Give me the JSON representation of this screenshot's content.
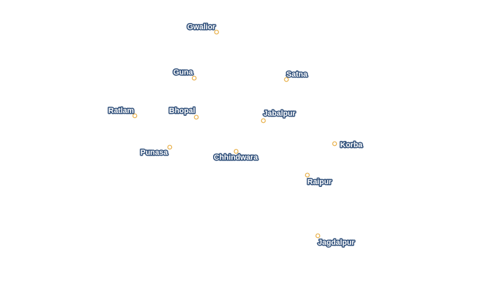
{
  "colors": {
    "dot_stroke": "#e8b04a",
    "label_fill": "#ffffff",
    "label_halo": "#2f4f7a",
    "background": "#ffffff"
  },
  "cities": [
    {
      "id": "gwalior",
      "name": "Gwalior"
    },
    {
      "id": "guna",
      "name": "Guna"
    },
    {
      "id": "satna",
      "name": "Satna"
    },
    {
      "id": "ratlam",
      "name": "Ratlam"
    },
    {
      "id": "bhopal",
      "name": "Bhopal"
    },
    {
      "id": "jabalpur",
      "name": "Jabalpur"
    },
    {
      "id": "korba",
      "name": "Korba"
    },
    {
      "id": "punasa",
      "name": "Punasa"
    },
    {
      "id": "chhindwara",
      "name": "Chhindwara"
    },
    {
      "id": "raipur",
      "name": "Raipur"
    },
    {
      "id": "jagdalpur",
      "name": "Jagdalpur"
    }
  ]
}
